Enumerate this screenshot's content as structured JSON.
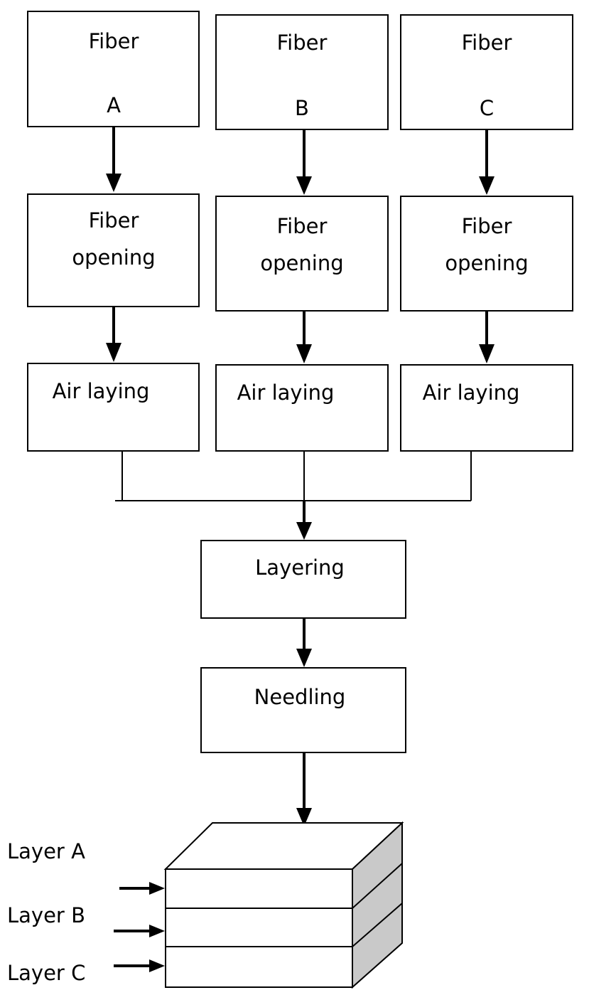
{
  "fibers": [
    {
      "title": "Fiber",
      "letter": "A",
      "opening": [
        "Fiber",
        "opening"
      ],
      "laying": "Air laying"
    },
    {
      "title": "Fiber",
      "letter": "B",
      "opening": [
        "Fiber",
        "opening"
      ],
      "laying": "Air laying"
    },
    {
      "title": "Fiber",
      "letter": "C",
      "opening": [
        "Fiber",
        "opening"
      ],
      "laying": "Air laying"
    }
  ],
  "layering": "Layering",
  "needling": "Needling",
  "layers": [
    "Layer A",
    "Layer B",
    "Layer C"
  ]
}
